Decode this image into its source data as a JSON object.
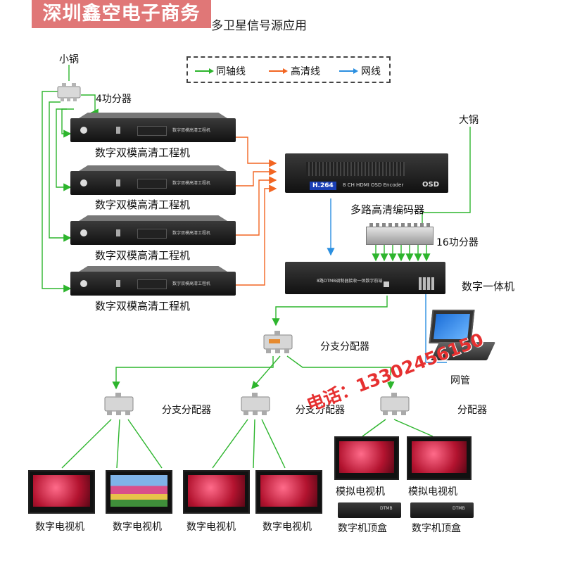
{
  "watermark": "深圳鑫空电子商务",
  "title": "多卫星信号源应用",
  "legend": {
    "coax": "同轴线",
    "hd": "高清线",
    "net": "网线",
    "colors": {
      "coax": "#2db52d",
      "hd": "#f26522",
      "net": "#2b8fe0"
    }
  },
  "labels": {
    "small_dish": "小锅",
    "splitter4": "4功分器",
    "receiver_1": "数字双模高清工程机",
    "receiver_2": "数字双模高清工程机",
    "receiver_3": "数字双模高清工程机",
    "receiver_4": "数字双模高清工程机",
    "big_dish": "大锅",
    "encoder": "多路高清编码器",
    "splitter16": "16功分器",
    "integrated": "数字一体机",
    "branch_main": "分支分配器",
    "branch_1": "分支分配器",
    "branch_2": "分支分配器",
    "branch_3": "分配器",
    "network": "网管",
    "tv_1": "数字电视机",
    "tv_2": "数字电视机",
    "tv_3": "数字电视机",
    "tv_4": "数字电视机",
    "analog_tv_1": "模拟电视机",
    "analog_tv_2": "模拟电视机",
    "stb_1": "数字机顶盒",
    "stb_2": "数字机顶盒"
  },
  "device_text": {
    "receiver_panel": "数字双模高清工程机",
    "encoder_brand": "H.264",
    "encoder_model": "8 CH HDMI OSD Encoder",
    "encoder_osd": "OSD",
    "integrated_panel": "8路DTMB调制器接收一体数字前端",
    "stb_brand": "DTMB"
  },
  "phone": "电话：13302456150"
}
